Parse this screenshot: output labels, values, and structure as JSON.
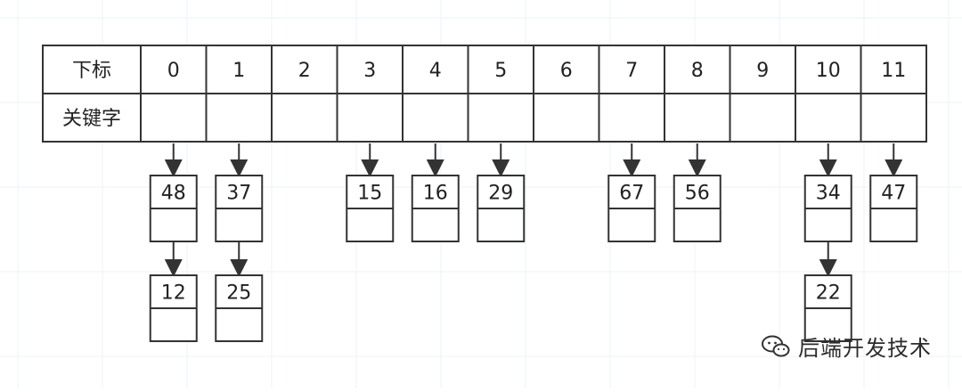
{
  "table": {
    "row_labels": [
      "下标",
      "关键字"
    ],
    "indices": [
      "0",
      "1",
      "2",
      "3",
      "4",
      "5",
      "6",
      "7",
      "8",
      "9",
      "10",
      "11"
    ]
  },
  "chains": [
    {
      "index": 0,
      "keys": [
        "48",
        "12"
      ]
    },
    {
      "index": 1,
      "keys": [
        "37",
        "25"
      ]
    },
    {
      "index": 3,
      "keys": [
        "15"
      ]
    },
    {
      "index": 4,
      "keys": [
        "16"
      ]
    },
    {
      "index": 5,
      "keys": [
        "29"
      ]
    },
    {
      "index": 7,
      "keys": [
        "67"
      ]
    },
    {
      "index": 8,
      "keys": [
        "56"
      ]
    },
    {
      "index": 10,
      "keys": [
        "34",
        "22"
      ]
    },
    {
      "index": 11,
      "keys": [
        "47"
      ]
    }
  ],
  "watermark": {
    "text": "后端开发技术",
    "icon": "wechat-icon"
  },
  "colors": {
    "line": "#333333",
    "text": "#222222",
    "background": "#ffffff",
    "grid_faint": "#eef3f7"
  }
}
